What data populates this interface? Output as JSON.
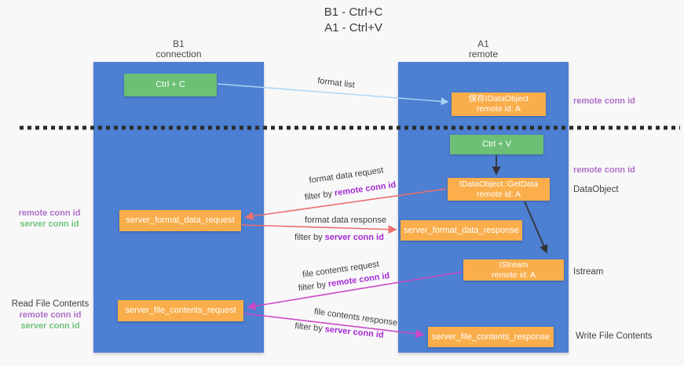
{
  "title": {
    "line1": "B1 - Ctrl+C",
    "line2": "A1 - Ctrl+V"
  },
  "columns": {
    "left": {
      "header_line1": "B1",
      "header_line2": "connection"
    },
    "right": {
      "header_line1": "A1",
      "header_line2": "remote"
    }
  },
  "nodes": {
    "ctrl_c": "Ctrl + C",
    "save_dataobject": {
      "line1": "保存IDataObject",
      "line2": "remote id: A"
    },
    "ctrl_v": "Ctrl + V",
    "getdata": {
      "line1": "IDataObject::GetData",
      "line2": "remote id: A"
    },
    "format_request": "server_format_data_request",
    "format_response": "server_format_data_response",
    "istream": {
      "line1": "IStream",
      "line2": "remote id: A"
    },
    "file_request": "server_file_contents_request",
    "file_response": "server_file_contents_response"
  },
  "side_labels": {
    "right_remote_conn_top": "remote conn id",
    "right_remote_conn_mid": "remote conn id",
    "dataobject": "DataObject",
    "istream": "Istream",
    "write_file": "Write File Contents",
    "left_remote_conn_mid": "remote conn id",
    "left_server_conn_mid": "server conn id",
    "read_file": "Read File Contents",
    "left_remote_conn_bottom": "remote conn id",
    "left_server_conn_bottom": "server conn id"
  },
  "flow_labels": {
    "format_list": "format list",
    "format_data_request": "format data request",
    "format_data_response": "format data response",
    "file_contents_request": "file contents request",
    "file_contents_response": "file contents response",
    "filter_by": "filter by",
    "remote_conn_id": "remote conn id",
    "server_conn_id": "server conn id"
  },
  "colors": {
    "column_blue": "#4d7fd2",
    "node_orange": "#f9ae4b",
    "node_green": "#6cbf74",
    "purple_side_label": "#b06fc9",
    "purple_inline_label": "#a42bd4",
    "green_side_label": "#6fc47c",
    "arrow_salmon": "#e8706f",
    "arrow_magenta": "#cc4ac6",
    "arrow_lightblue": "#aad4f5",
    "arrow_black": "#333333",
    "dashed_line": "#2b2b2b",
    "text_dark": "#3f3f3f",
    "background": "#f8f8f8"
  }
}
